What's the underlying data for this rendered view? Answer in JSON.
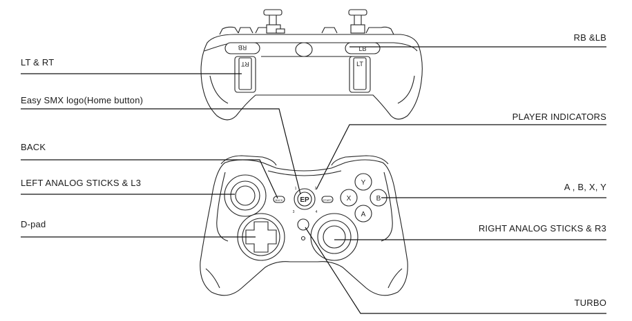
{
  "labels": {
    "lt_rt": "LT & RT",
    "home": "Easy SMX logo(Home button)",
    "back": "BACK",
    "left_stick": "LEFT ANALOG  STICKS & L3",
    "dpad": "D-pad",
    "rb_lb": "RB &LB",
    "player": "PLAYER INDICATORS",
    "abxy": "A , B,  X, Y",
    "right_stick": "RIGHT ANALOG  STICKS & R3",
    "turbo": "TURBO"
  },
  "controller_marks": {
    "rb": "RB",
    "lb": "LB",
    "rt": "RT",
    "lt": "LT",
    "y": "Y",
    "x": "X",
    "a": "A",
    "b": "B",
    "back": "BACK",
    "start": "START",
    "logo": "EP",
    "indicator_1": "1",
    "indicator_2": "2",
    "indicator_3": "3",
    "indicator_4": "4"
  }
}
